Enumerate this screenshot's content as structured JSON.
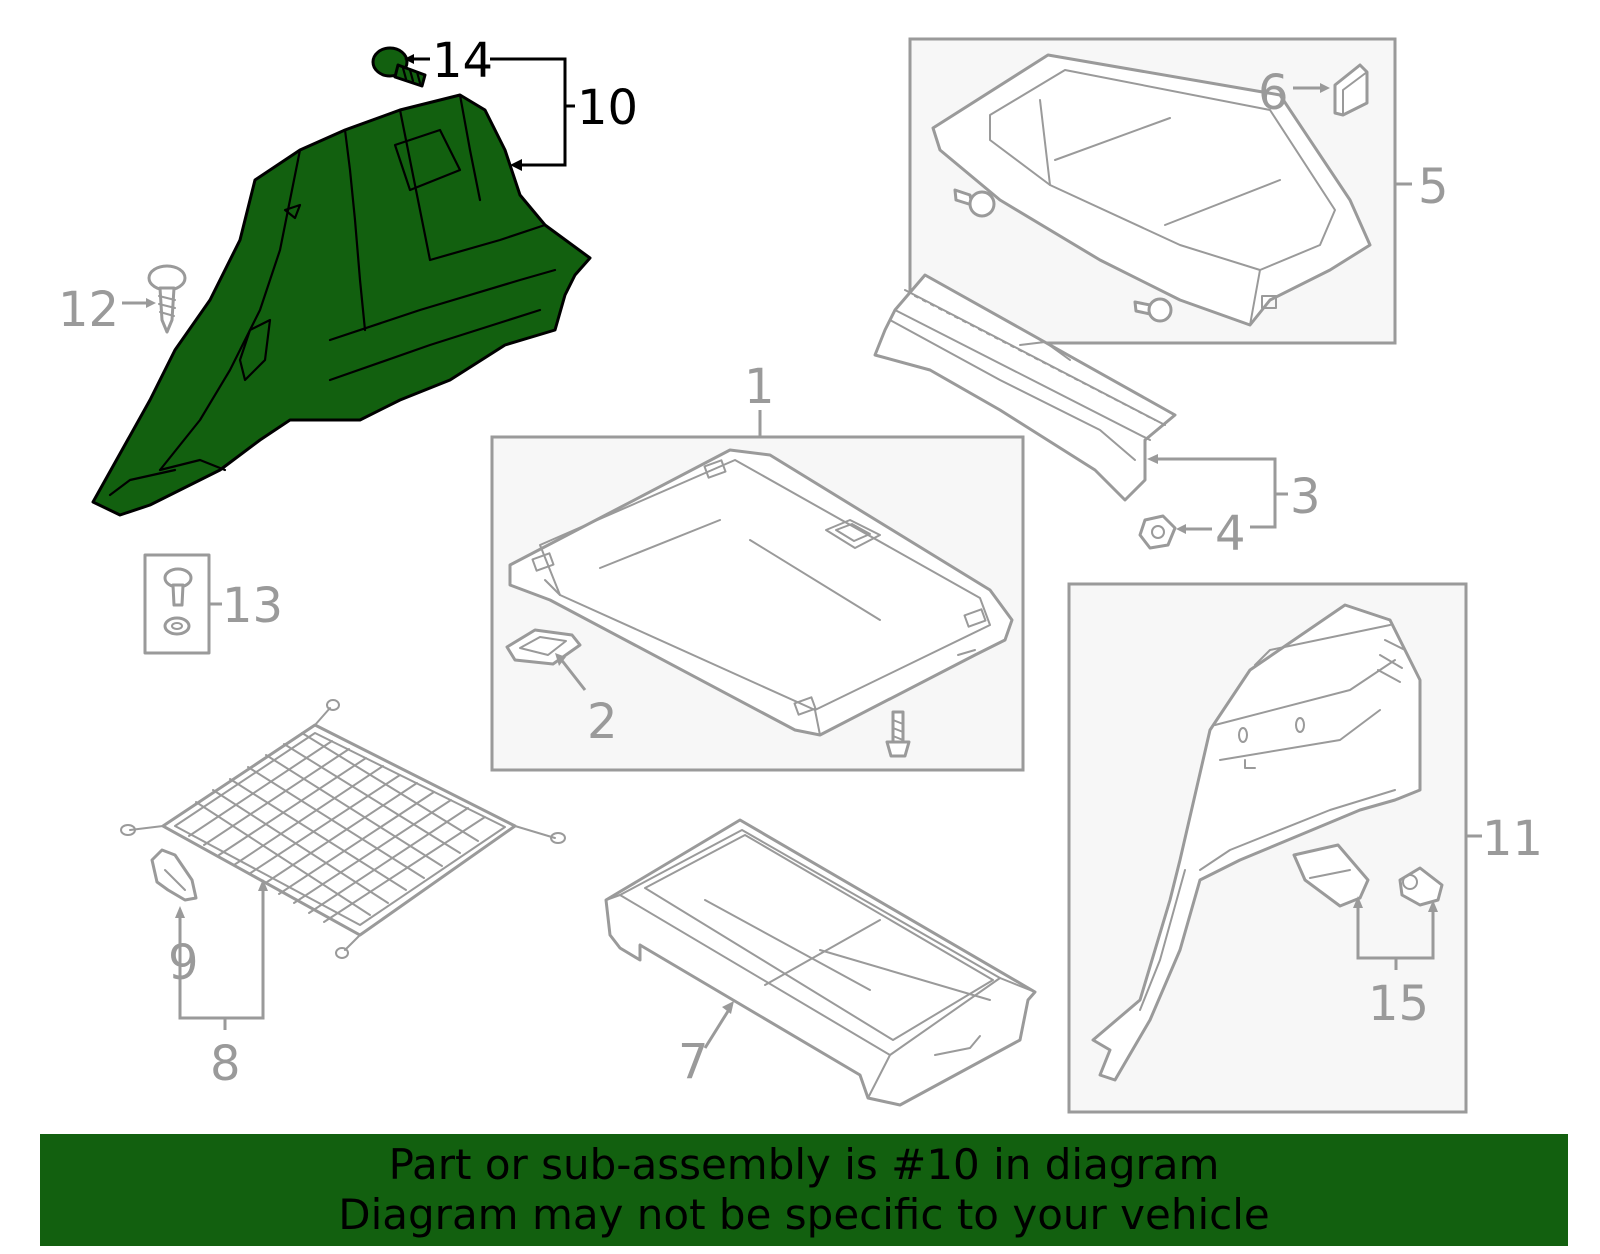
{
  "diagram": {
    "callouts": {
      "c1": "1",
      "c2": "2",
      "c3": "3",
      "c4": "4",
      "c5": "5",
      "c6": "6",
      "c7": "7",
      "c8": "8",
      "c9": "9",
      "c10": "10",
      "c11": "11",
      "c12": "12",
      "c13": "13",
      "c14": "14",
      "c15": "15"
    },
    "highlighted_part": "10",
    "colors": {
      "highlight": "#12600f",
      "outline": "#9a9a9a",
      "box_fill": "#f7f7f7",
      "banner": "#12600f"
    }
  },
  "banner": {
    "line1": "Part or sub-assembly is #10 in diagram",
    "line2": "Diagram may not be specific to your vehicle"
  }
}
